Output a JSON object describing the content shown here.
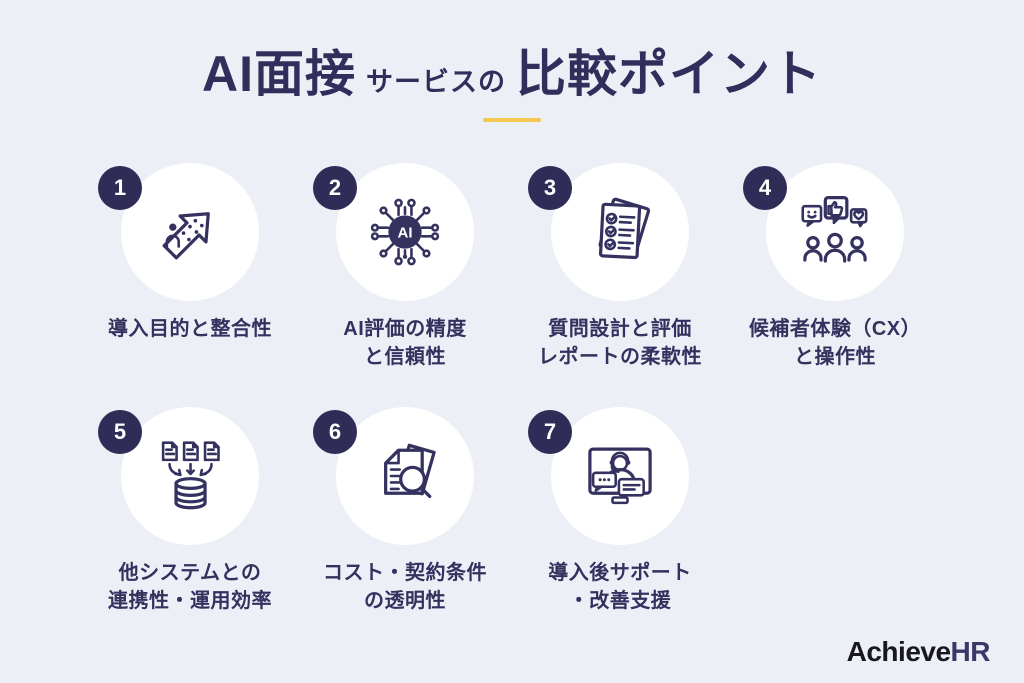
{
  "title": {
    "segment_bold_1": "AI面接",
    "segment_small": "サービスの",
    "segment_bold_2": "比較ポイント"
  },
  "colors": {
    "background": "#EDEFF7",
    "navy_text": "#34315F",
    "badge_navy": "#2F2C57",
    "accent_yellow": "#F2C94C",
    "circle_white": "#FFFFFF",
    "logo_black": "#17171C",
    "logo_navy": "#3A3769"
  },
  "ai_chip_label": "AI",
  "items": [
    {
      "number": "1",
      "icon": "growth-arrow-icon",
      "label_lines": [
        "導入目的と整合性"
      ]
    },
    {
      "number": "2",
      "icon": "ai-network-icon",
      "label_lines": [
        "AI評価の精度",
        "と信頼性"
      ]
    },
    {
      "number": "3",
      "icon": "checklist-icon",
      "label_lines": [
        "質問設計と評価",
        "レポートの柔軟性"
      ]
    },
    {
      "number": "4",
      "icon": "candidate-feedback-icon",
      "label_lines": [
        "候補者体験（CX）",
        "と操作性"
      ]
    },
    {
      "number": "5",
      "icon": "system-integration-icon",
      "label_lines": [
        "他システムとの",
        "連携性・運用効率"
      ]
    },
    {
      "number": "6",
      "icon": "document-magnifier-icon",
      "label_lines": [
        "コスト・契約条件",
        "の透明性"
      ]
    },
    {
      "number": "7",
      "icon": "support-agent-icon",
      "label_lines": [
        "導入後サポート",
        "・改善支援"
      ]
    }
  ],
  "logo": {
    "part_achieve": "Achieve",
    "part_hr": "HR"
  }
}
